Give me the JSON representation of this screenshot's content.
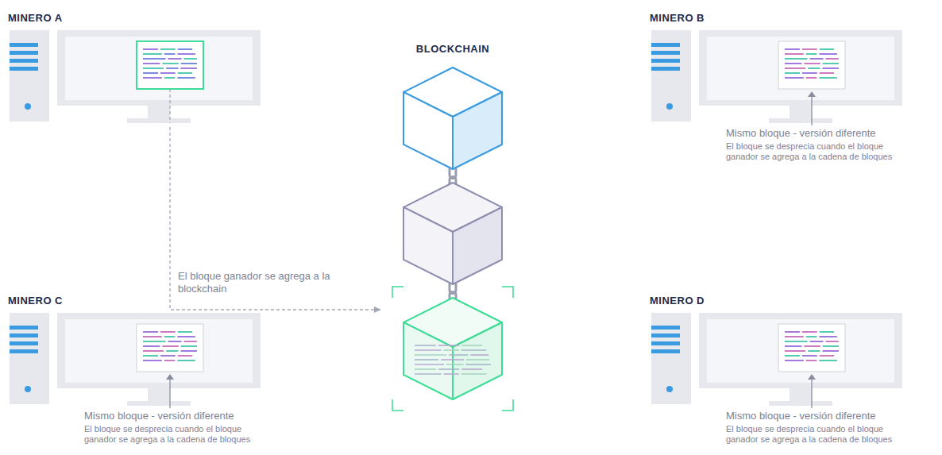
{
  "diagram": {
    "nodes": [
      {
        "text": [
          "MINERO A"
        ]
      },
      {
        "text": [
          "BLOCKCHAIN"
        ]
      },
      {
        "text": [
          "MINERO B",
          "Mismo bloque - versión diferente",
          "El bloque se desprecia cuando el bloque ganador se agrega a la cadena de bloques"
        ]
      },
      {
        "text": [
          "MINERO C",
          "Mismo bloque - versión diferente",
          "El bloque se desprecia cuando el bloque ganador se agrega a la cadena de bloques"
        ]
      },
      {
        "text": [
          "MINERO D",
          "Mismo bloque - versión diferente",
          "El bloque se desprecia cuando el bloque ganador se agrega a la cadena de bloques"
        ]
      }
    ],
    "edges": [
      {
        "from": 0,
        "to": 1,
        "arrow": "to",
        "label": "El bloque ganador se agrega a la blockchain"
      }
    ]
  }
}
